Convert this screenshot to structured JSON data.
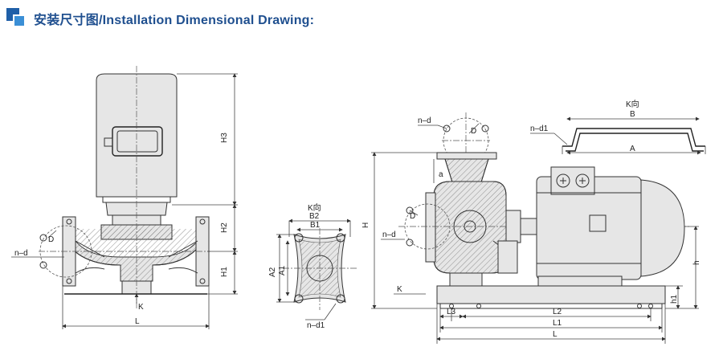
{
  "header": {
    "title": "安装尺寸图/Installation Dimensional Drawing:",
    "accent_color": "#1f5fa8",
    "icon": "section-square-icon"
  },
  "diagram": {
    "vertical_pump": {
      "labels": {
        "H3": "H3",
        "H2": "H2",
        "H1": "H1",
        "D": "D",
        "nd": "n–d",
        "K": "K",
        "L": "L"
      }
    },
    "base_view": {
      "labels": {
        "Kview": "K向",
        "B2": "B2",
        "B1": "B1",
        "A2": "A2",
        "A1": "A1",
        "nd1": "n–d1"
      }
    },
    "horizontal_pump": {
      "labels": {
        "Kview": "K向",
        "B": "B",
        "A": "A",
        "nd1": "n–d1",
        "nd_top": "n–d",
        "D_top": "D",
        "a": "a",
        "H": "H",
        "nd_left": "n–d",
        "D_left": "D",
        "K": "K",
        "h": "h",
        "h1": "h1",
        "L3": "L3",
        "L2": "L2",
        "L1": "L1",
        "L": "L"
      }
    }
  }
}
